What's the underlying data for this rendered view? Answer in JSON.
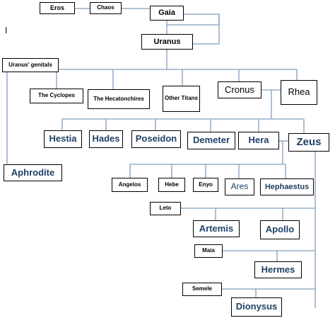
{
  "nodes": {
    "eros": "Eros",
    "chaos": "Chaos",
    "gaia": "Gaia",
    "uranus": "Uranus",
    "uranus_genitals": "Uranus’ genitals",
    "cyclopes": "The Cyclopes",
    "hecatonchires": "The Hecatonchires",
    "other_titans": "Other Titans",
    "cronus": "Cronus",
    "rhea": "Rhea",
    "hestia": "Hestia",
    "hades": "Hades",
    "poseidon": "Poseidon",
    "demeter": "Demeter",
    "hera": "Hera",
    "zeus": "Zeus",
    "aphrodite": "Aphrodite",
    "angelos": "Angelos",
    "hebe": "Hebe",
    "enyo": "Enyo",
    "ares": "Ares",
    "hephaestus": "Hephaestus",
    "leto": "Leto",
    "artemis": "Artemis",
    "apollo": "Apollo",
    "maia": "Maia",
    "hermes": "Hermes",
    "semele": "Semele",
    "dionysus": "Dionysus"
  },
  "stray_mark": "I",
  "colors": {
    "line": "#7f9fc0",
    "accent_text": "#1f3f66",
    "box_border": "#000000"
  }
}
